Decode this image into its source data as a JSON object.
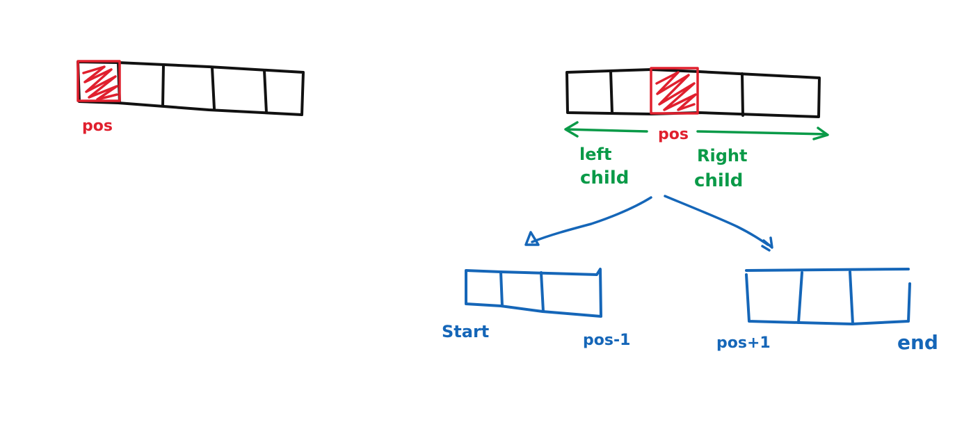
{
  "colors": {
    "ink": "#111111",
    "highlight": "#e0202e",
    "partition": "#0a9a48",
    "subarray": "#1566b8",
    "background": "#ffffff"
  },
  "left_diagram": {
    "pivot_label": "pos",
    "cell_count": 5,
    "highlighted_index": 0
  },
  "right_diagram": {
    "pivot_label": "pos",
    "cell_count": 5,
    "highlighted_index": 2,
    "left_child_line1": "left",
    "left_child_line2": "child",
    "right_child_line1": "Right",
    "right_child_line2": "child",
    "left_subarray": {
      "start_label": "Start",
      "end_label": "pos-1",
      "cell_count": 3
    },
    "right_subarray": {
      "start_label": "pos+1",
      "end_label": "end",
      "cell_count": 3
    }
  }
}
